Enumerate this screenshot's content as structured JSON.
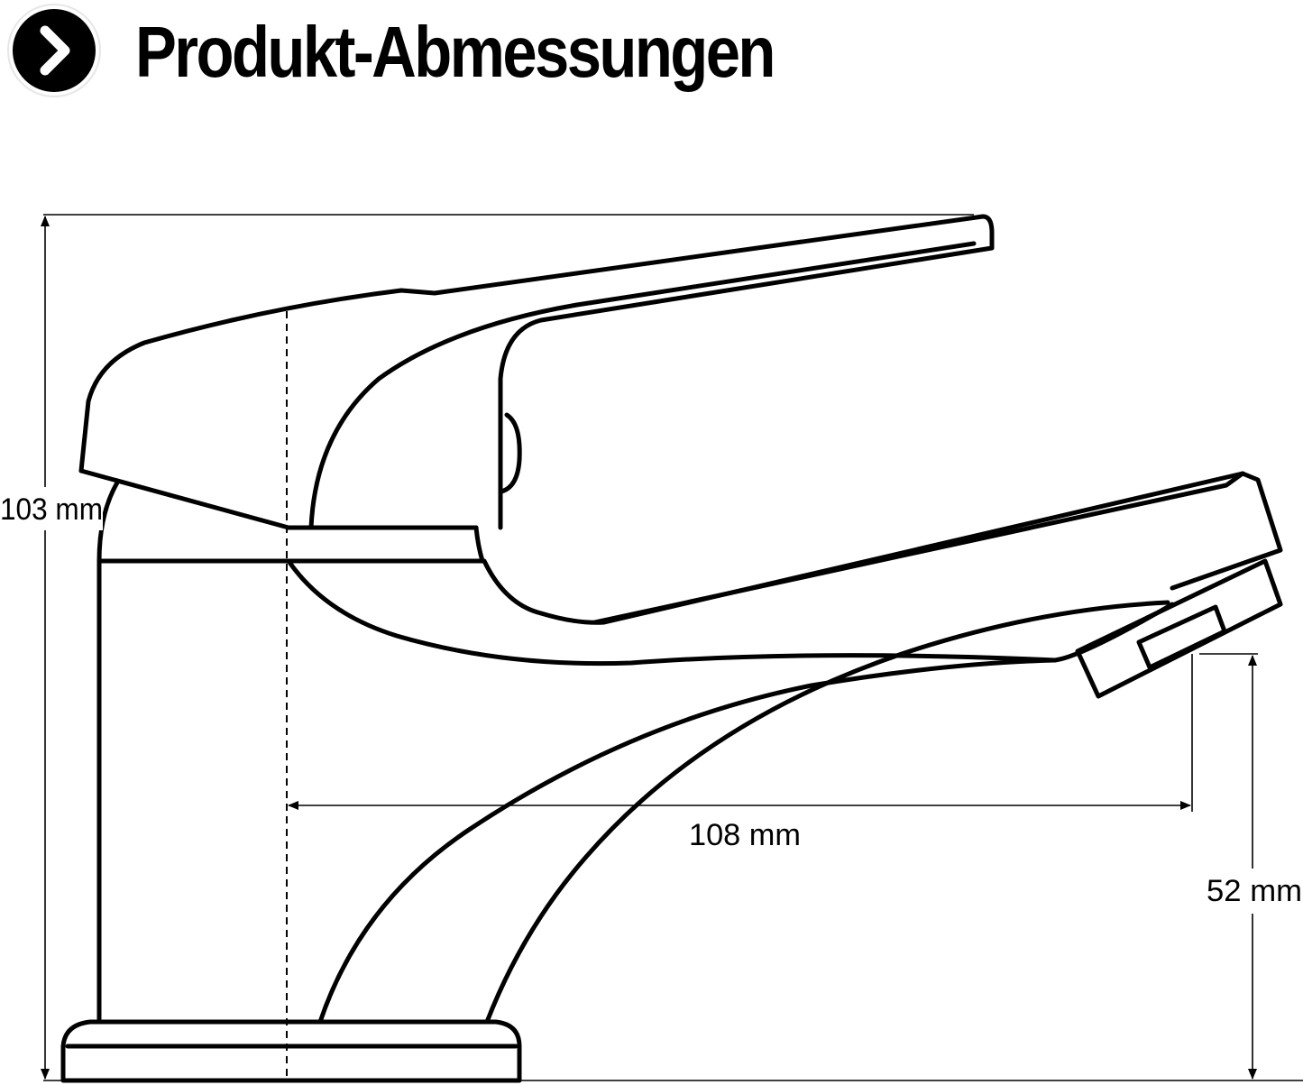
{
  "header": {
    "title": "Produkt-Abmessungen",
    "icon": "chevron-right-icon"
  },
  "dimensions": {
    "height": "103 mm",
    "reach": "108 mm",
    "spout_height": "52 mm"
  },
  "colors": {
    "line": "#000000",
    "background": "#ffffff"
  }
}
